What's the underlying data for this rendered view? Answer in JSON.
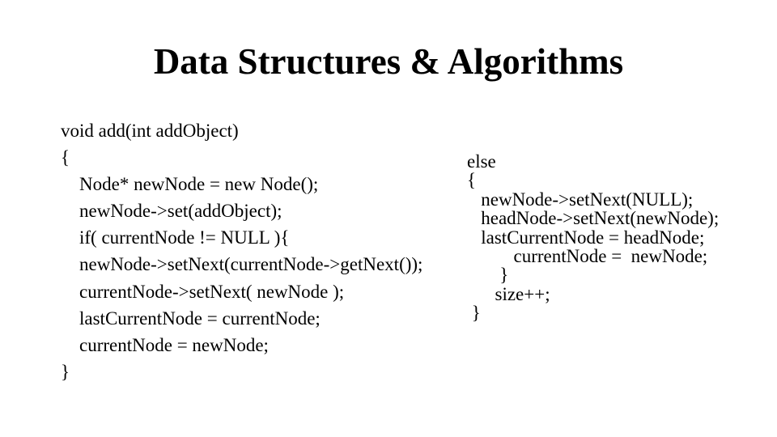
{
  "slide": {
    "title": "Data Structures & Algorithms",
    "colors": {
      "background": "#ffffff",
      "text": "#000000"
    },
    "code_left": {
      "lines": [
        "void add(int addObject)",
        "{",
        "    Node* newNode = new Node();",
        "    newNode->set(addObject);",
        "    if( currentNode != NULL ){",
        "    newNode->setNext(currentNode->getNext());",
        "    currentNode->setNext( newNode );",
        "    lastCurrentNode = currentNode;",
        "    currentNode = newNode;",
        "}"
      ]
    },
    "code_right": {
      "lines": [
        "else",
        "{",
        "   newNode->setNext(NULL);",
        "   headNode->setNext(newNode);",
        "   lastCurrentNode = headNode;",
        "          currentNode =  newNode;",
        "       }",
        "      size++;",
        " }"
      ]
    }
  }
}
